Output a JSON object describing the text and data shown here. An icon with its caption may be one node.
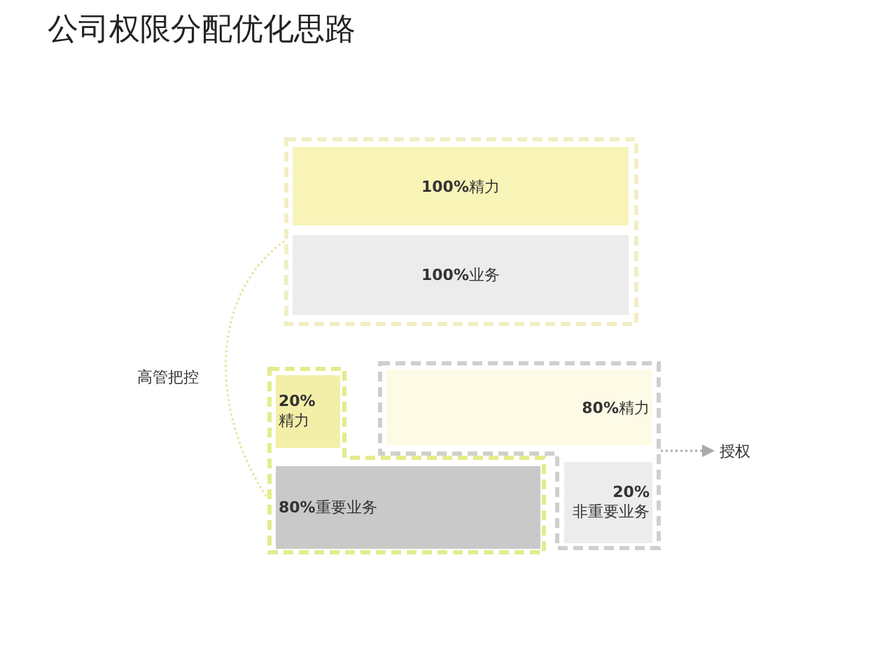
{
  "diagram": {
    "title": "公司权限分配优化思路",
    "nodes": [
      {
        "text": [],
        "shape": "box"
      },
      {
        "text": [
          "**100%**精力"
        ],
        "in": 0
      },
      {
        "text": [
          "**100%**业务"
        ],
        "in": 0
      },
      {
        "text": [],
        "shape": "box"
      },
      {
        "text": [
          "**20%**精力"
        ],
        "in": 3
      },
      {
        "text": [
          "**80%**重要业务"
        ],
        "in": 3
      },
      {
        "text": [],
        "shape": "box"
      },
      {
        "text": [
          "**80%**精力"
        ],
        "in": 6
      },
      {
        "text": [
          "**20%** 非重要业务"
        ],
        "in": 6
      },
      {
        "text": [
          "授权"
        ]
      }
    ],
    "edges": [
      {
        "from": 0,
        "to": 3,
        "arrow": "none",
        "style": "dashed",
        "label": "高管把控"
      },
      {
        "from": 6,
        "to": 9,
        "arrow": "to",
        "style": "dashed"
      }
    ]
  }
}
